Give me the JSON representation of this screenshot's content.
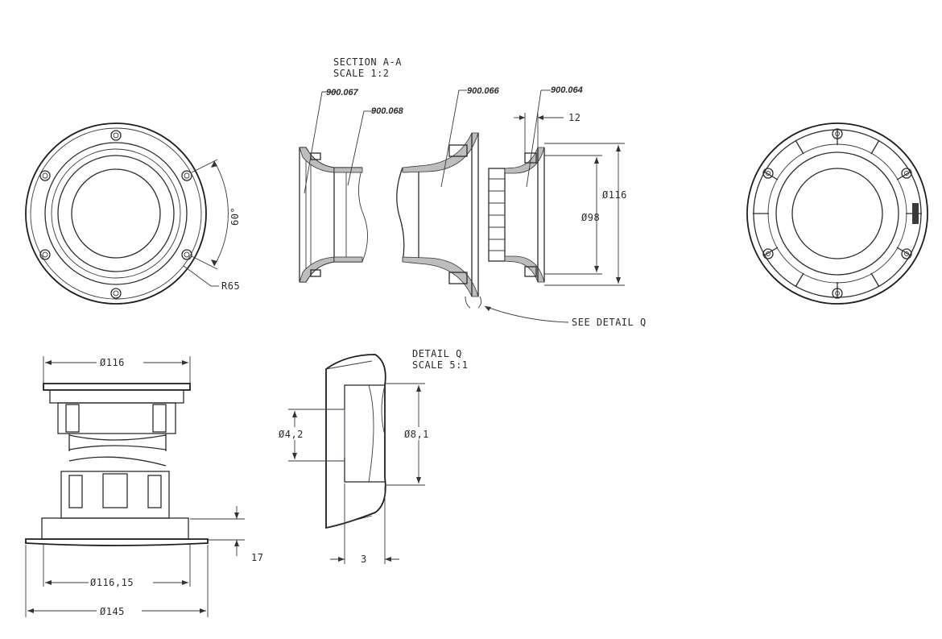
{
  "section": {
    "title": "SECTION  A-A",
    "scale": "SCALE  1:2"
  },
  "detail": {
    "title": "DETAIL  Q",
    "scale": "SCALE  5:1"
  },
  "see_detail": "SEE DETAIL  Q",
  "part_refs": {
    "p067": "900.067",
    "p068": "900.068",
    "p066": "900.066",
    "p064": "900.064"
  },
  "dimensions": {
    "angle": "60°",
    "radius": "R65",
    "dim_12": "12",
    "dia_116_right": "Ø116",
    "dia_98": "Ø98",
    "dia_116_top": "Ø116",
    "dia_116_15": "Ø116,15",
    "dia_145": "Ø145",
    "dim_17": "17",
    "dia_4_2": "Ø4,2",
    "dia_8_1": "Ø8,1",
    "dim_3": "3"
  }
}
